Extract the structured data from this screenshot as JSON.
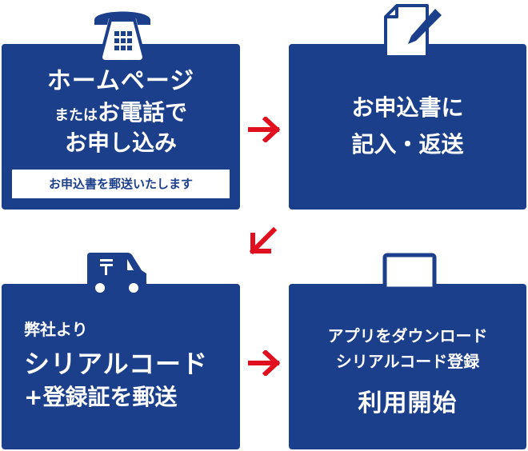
{
  "colors": {
    "box": "#1c3f8c",
    "arrow": "#e0101e",
    "text": "#ffffff"
  },
  "step1": {
    "icon": "telephone-icon",
    "line1": "ホームページ",
    "line2_small": "または",
    "line2_large": "お電話で",
    "line3": "お申し込み",
    "note": "お申込書を郵送いたします"
  },
  "step2": {
    "icon": "document-pen-icon",
    "line1": "お申込書に",
    "line2": "記入・返送"
  },
  "step3": {
    "icon": "delivery-truck-icon",
    "line1": "弊社より",
    "line2": "シリアルコード",
    "line3": "+登録証を郵送"
  },
  "step4": {
    "icon": "laptop-icon",
    "line1": "アプリをダウンロード",
    "line2": "シリアルコード登録",
    "line3": "利用開始"
  }
}
